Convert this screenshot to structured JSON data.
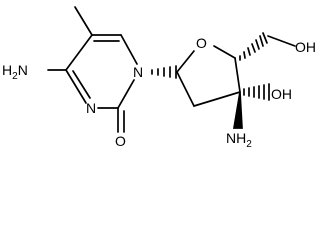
{
  "molecule": {
    "atom_labels": {
      "amine_nh2": "H2N",
      "ring_n3": "N",
      "ring_n1": "N",
      "carbonyl_o": "O",
      "ring_o": "O",
      "hydroxyl_oh": "OH",
      "ch2oh_oh": "OH",
      "amino_nh2": "NH2"
    },
    "stereo_bonds": [
      "C1'-N1 hashed",
      "C4'-C5' hashed",
      "C3'-N wedge",
      "C3'-OH hashed"
    ],
    "colors": {
      "bond": "#000000",
      "label": "#000000",
      "background": "#ffffff"
    }
  }
}
